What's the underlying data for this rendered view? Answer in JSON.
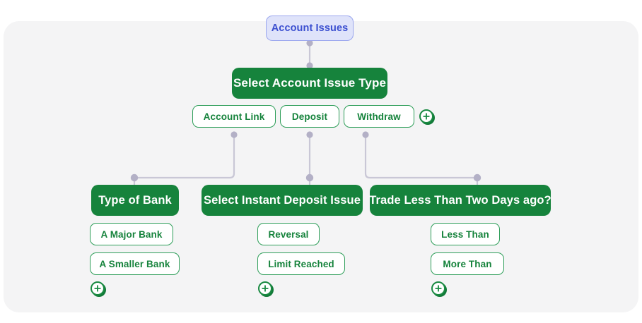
{
  "theme": {
    "page_bg": "#ffffff",
    "panel_bg": "#f4f4f5",
    "brand_green": "#16833c",
    "chip_border": "#2e9e59",
    "chip_text": "#16833c",
    "root_bg": "#dfe3fa",
    "root_border": "#9aa6ee",
    "root_text": "#3b4fd0",
    "wire_color": "#c9c7d6",
    "dot_color": "#b3b0c6"
  },
  "tree": {
    "root": {
      "label": "Account Issues"
    },
    "level1": {
      "header": "Select Account Issue Type",
      "options": [
        {
          "label": "Account Link"
        },
        {
          "label": "Deposit"
        },
        {
          "label": "Withdraw"
        }
      ],
      "add_icon": "plus-circle-icon",
      "add_label": "+"
    },
    "branches": [
      {
        "id": "account-link",
        "header": "Type of Bank",
        "options": [
          {
            "label": "A Major Bank"
          },
          {
            "label": "A Smaller Bank"
          }
        ],
        "add_icon": "plus-circle-icon",
        "add_label": "+"
      },
      {
        "id": "deposit",
        "header": "Select Instant Deposit Issue",
        "options": [
          {
            "label": "Reversal"
          },
          {
            "label": "Limit Reached"
          }
        ],
        "add_icon": "plus-circle-icon",
        "add_label": "+"
      },
      {
        "id": "withdraw",
        "header": "Trade Less Than Two Days ago?",
        "options": [
          {
            "label": "Less Than"
          },
          {
            "label": "More Than"
          }
        ],
        "add_icon": "plus-circle-icon",
        "add_label": "+"
      }
    ]
  }
}
